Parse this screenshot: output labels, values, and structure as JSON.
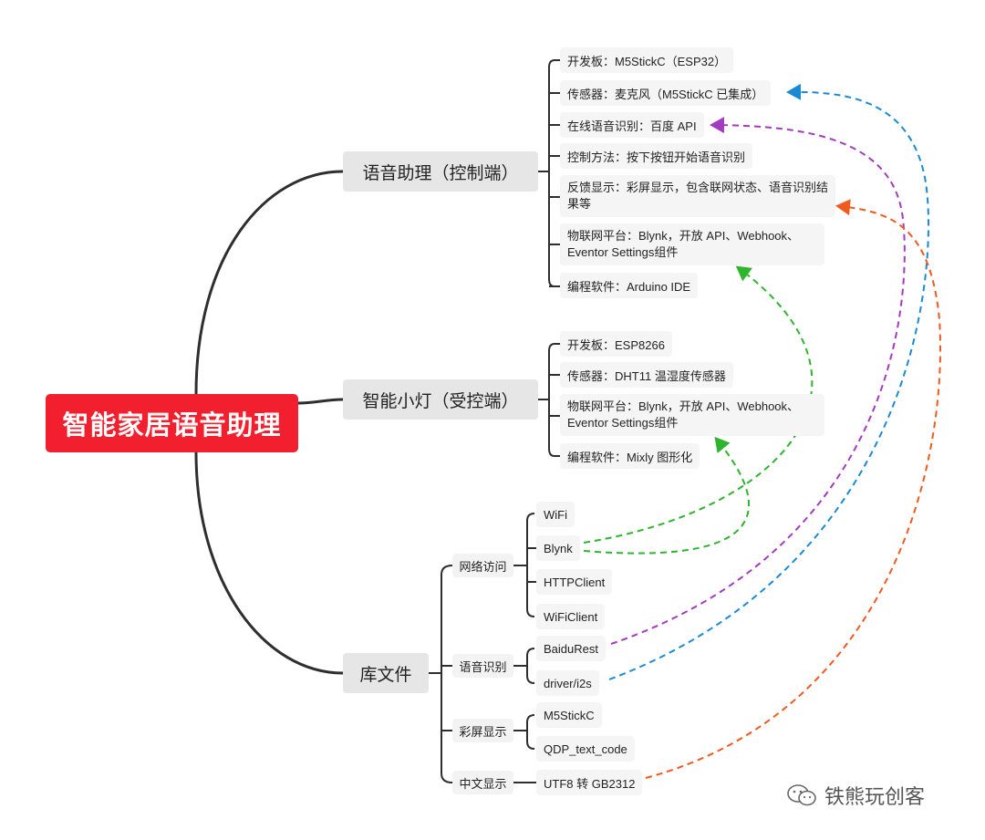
{
  "root": {
    "label": "智能家居语音助理"
  },
  "branches": {
    "assistant": {
      "label": "语音助理（控制端）",
      "items": [
        "开发板：M5StickC（ESP32）",
        "传感器：麦克风（M5StickC 已集成）",
        "在线语音识别：百度 API",
        "控制方法：按下按钮开始语音识别",
        "反馈显示：彩屏显示，包含联网状态、语音识别结果等",
        "物联网平台：Blynk，开放 API、Webhook、Eventor Settings组件",
        "编程软件：Arduino IDE"
      ]
    },
    "light": {
      "label": "智能小灯（受控端）",
      "items": [
        "开发板：ESP8266",
        "传感器：DHT11 温湿度传感器",
        "物联网平台：Blynk，开放 API、Webhook、Eventor Settings组件",
        "编程软件：Mixly 图形化"
      ]
    },
    "libs": {
      "label": "库文件",
      "groups": [
        {
          "label": "网络访问",
          "items": [
            "WiFi",
            "Blynk",
            "HTTPClient",
            "WiFiClient"
          ]
        },
        {
          "label": "语音识别",
          "items": [
            "BaiduRest",
            "driver/i2s"
          ]
        },
        {
          "label": "彩屏显示",
          "items": [
            "M5StickC",
            "QDP_text_code"
          ]
        },
        {
          "label": "中文显示",
          "items": [
            "UTF8 转 GB2312"
          ]
        }
      ]
    }
  },
  "watermark": {
    "text": "铁熊玩创客",
    "icon": "wechat-icon"
  },
  "colors": {
    "root": "#f2202e",
    "line": "#333333",
    "link_green": "#2db52d",
    "link_purple": "#a23bbf",
    "link_blue": "#1a8ad4",
    "link_orange": "#ef5a1f"
  }
}
